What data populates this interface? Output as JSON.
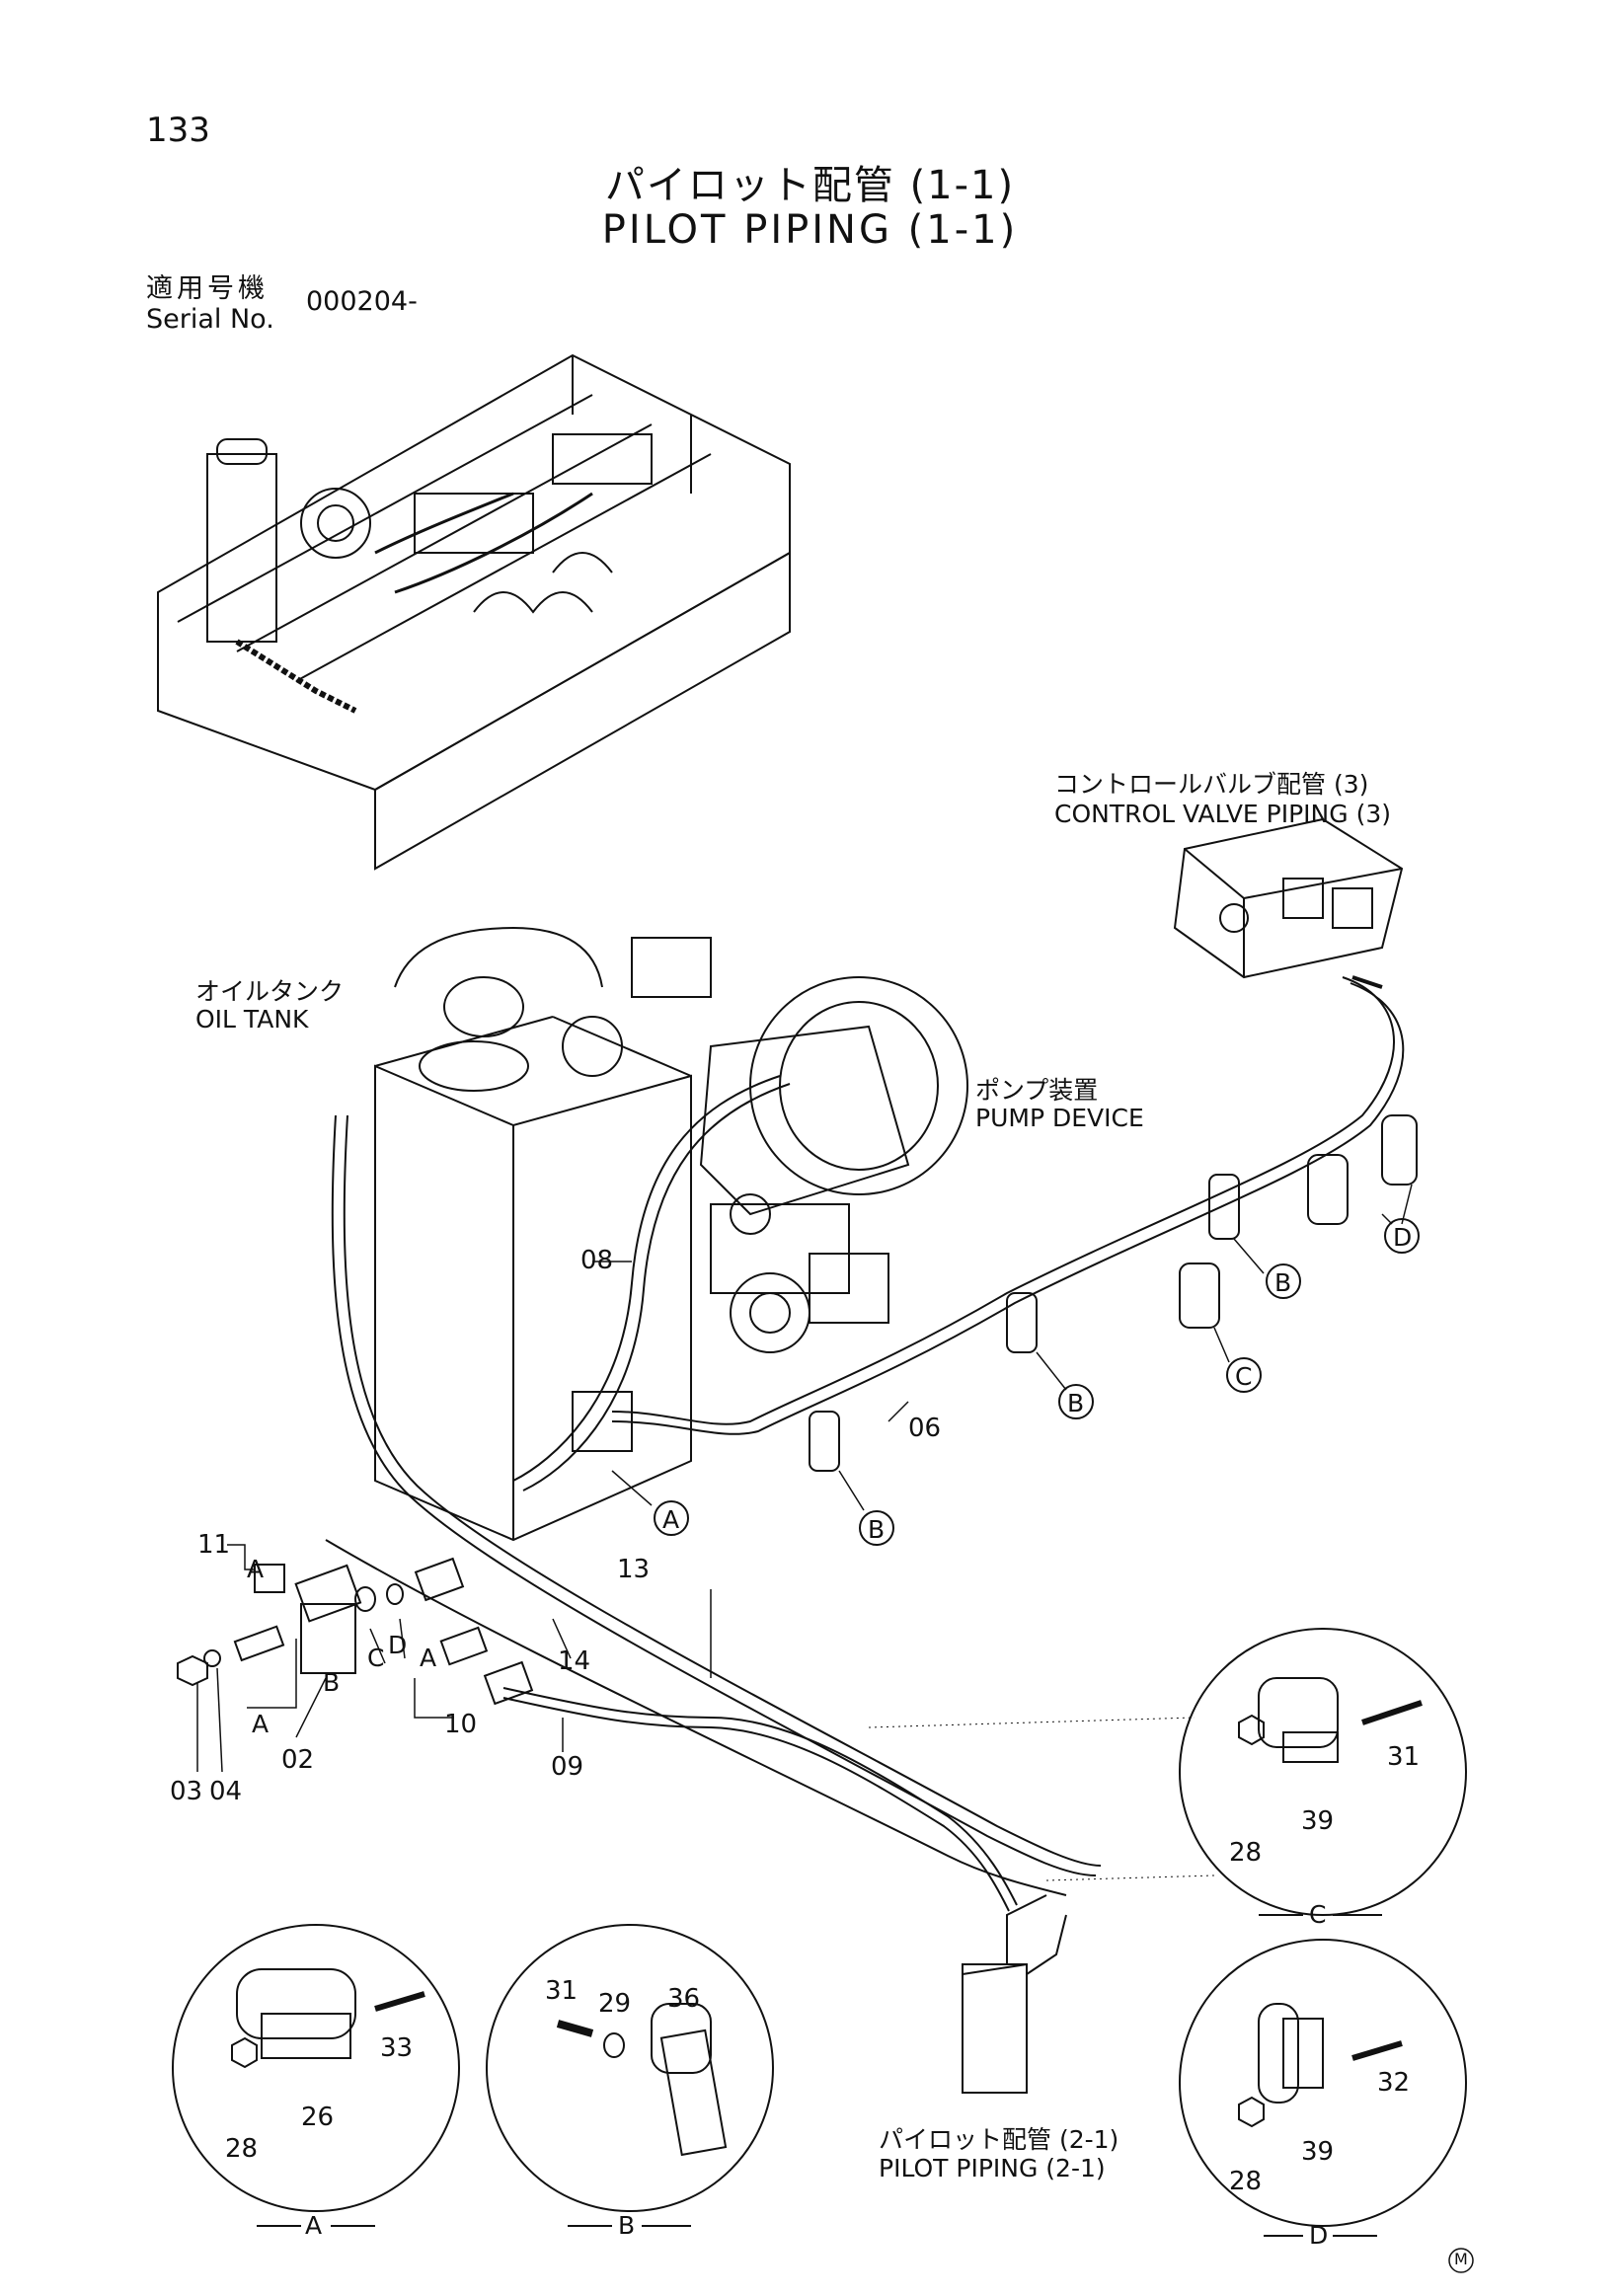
{
  "header": {
    "page_number": "133",
    "title_jp": "パイロット配管 (1-1)",
    "title_en": "PILOT PIPING (1-1)",
    "serial_label_jp": "適用号機",
    "serial_label_en": "Serial No.",
    "serial_value": "000204-"
  },
  "components": {
    "control_valve_jp": "コントロールバルブ配管 (3)",
    "control_valve_en": "CONTROL VALVE PIPING (3)",
    "oil_tank_jp": "オイルタンク",
    "oil_tank_en": "OIL TANK",
    "pump_jp": "ポンプ装置",
    "pump_en": "PUMP DEVICE",
    "pilot_piping_jp": "パイロット配管 (2-1)",
    "pilot_piping_en": "PILOT PIPING (2-1)"
  },
  "part_numbers": {
    "p08": "08",
    "p06": "06",
    "p13": "13",
    "p14": "14",
    "p11": "11",
    "p02": "02",
    "p03": "03",
    "p04": "04",
    "p09": "09",
    "p10": "10",
    "p31c": "31",
    "p39c": "39",
    "p28c": "28",
    "p33": "33",
    "p26": "26",
    "p28a": "28",
    "p31b": "31",
    "p29": "29",
    "p36": "36",
    "p32": "32",
    "p39d": "39",
    "p28d": "28"
  },
  "letters": {
    "a": "A",
    "b": "B",
    "c": "C",
    "d": "D"
  },
  "detail_labels": {
    "a": "A",
    "b": "B",
    "c": "C",
    "d": "D"
  },
  "mark": "M"
}
